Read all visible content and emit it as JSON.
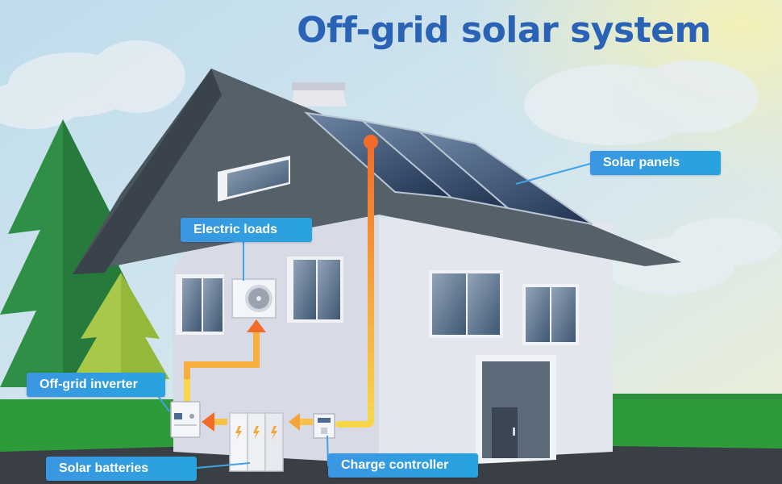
{
  "title": "Off-grid solar system",
  "colors": {
    "title": "#2a62b5",
    "label_gradient_start": "#3b97e3",
    "label_gradient_end": "#27a3dd",
    "flow_orange": "#f26b2a",
    "flow_yellow": "#f8d64a",
    "roof": "#4a545d",
    "wall": "#e7e9ef",
    "grass": "#2d9b3a",
    "tree": "#2f8f46"
  },
  "icons": {
    "battery_bolt": "lightning-bolt",
    "arrow": "arrow-left"
  },
  "labels": {
    "solar_panels": "Solar panels",
    "electric_loads": "Electric loads",
    "off_grid_inverter": "Off-grid inverter",
    "solar_batteries": "Solar batteries",
    "charge_controller": "Charge controller"
  }
}
